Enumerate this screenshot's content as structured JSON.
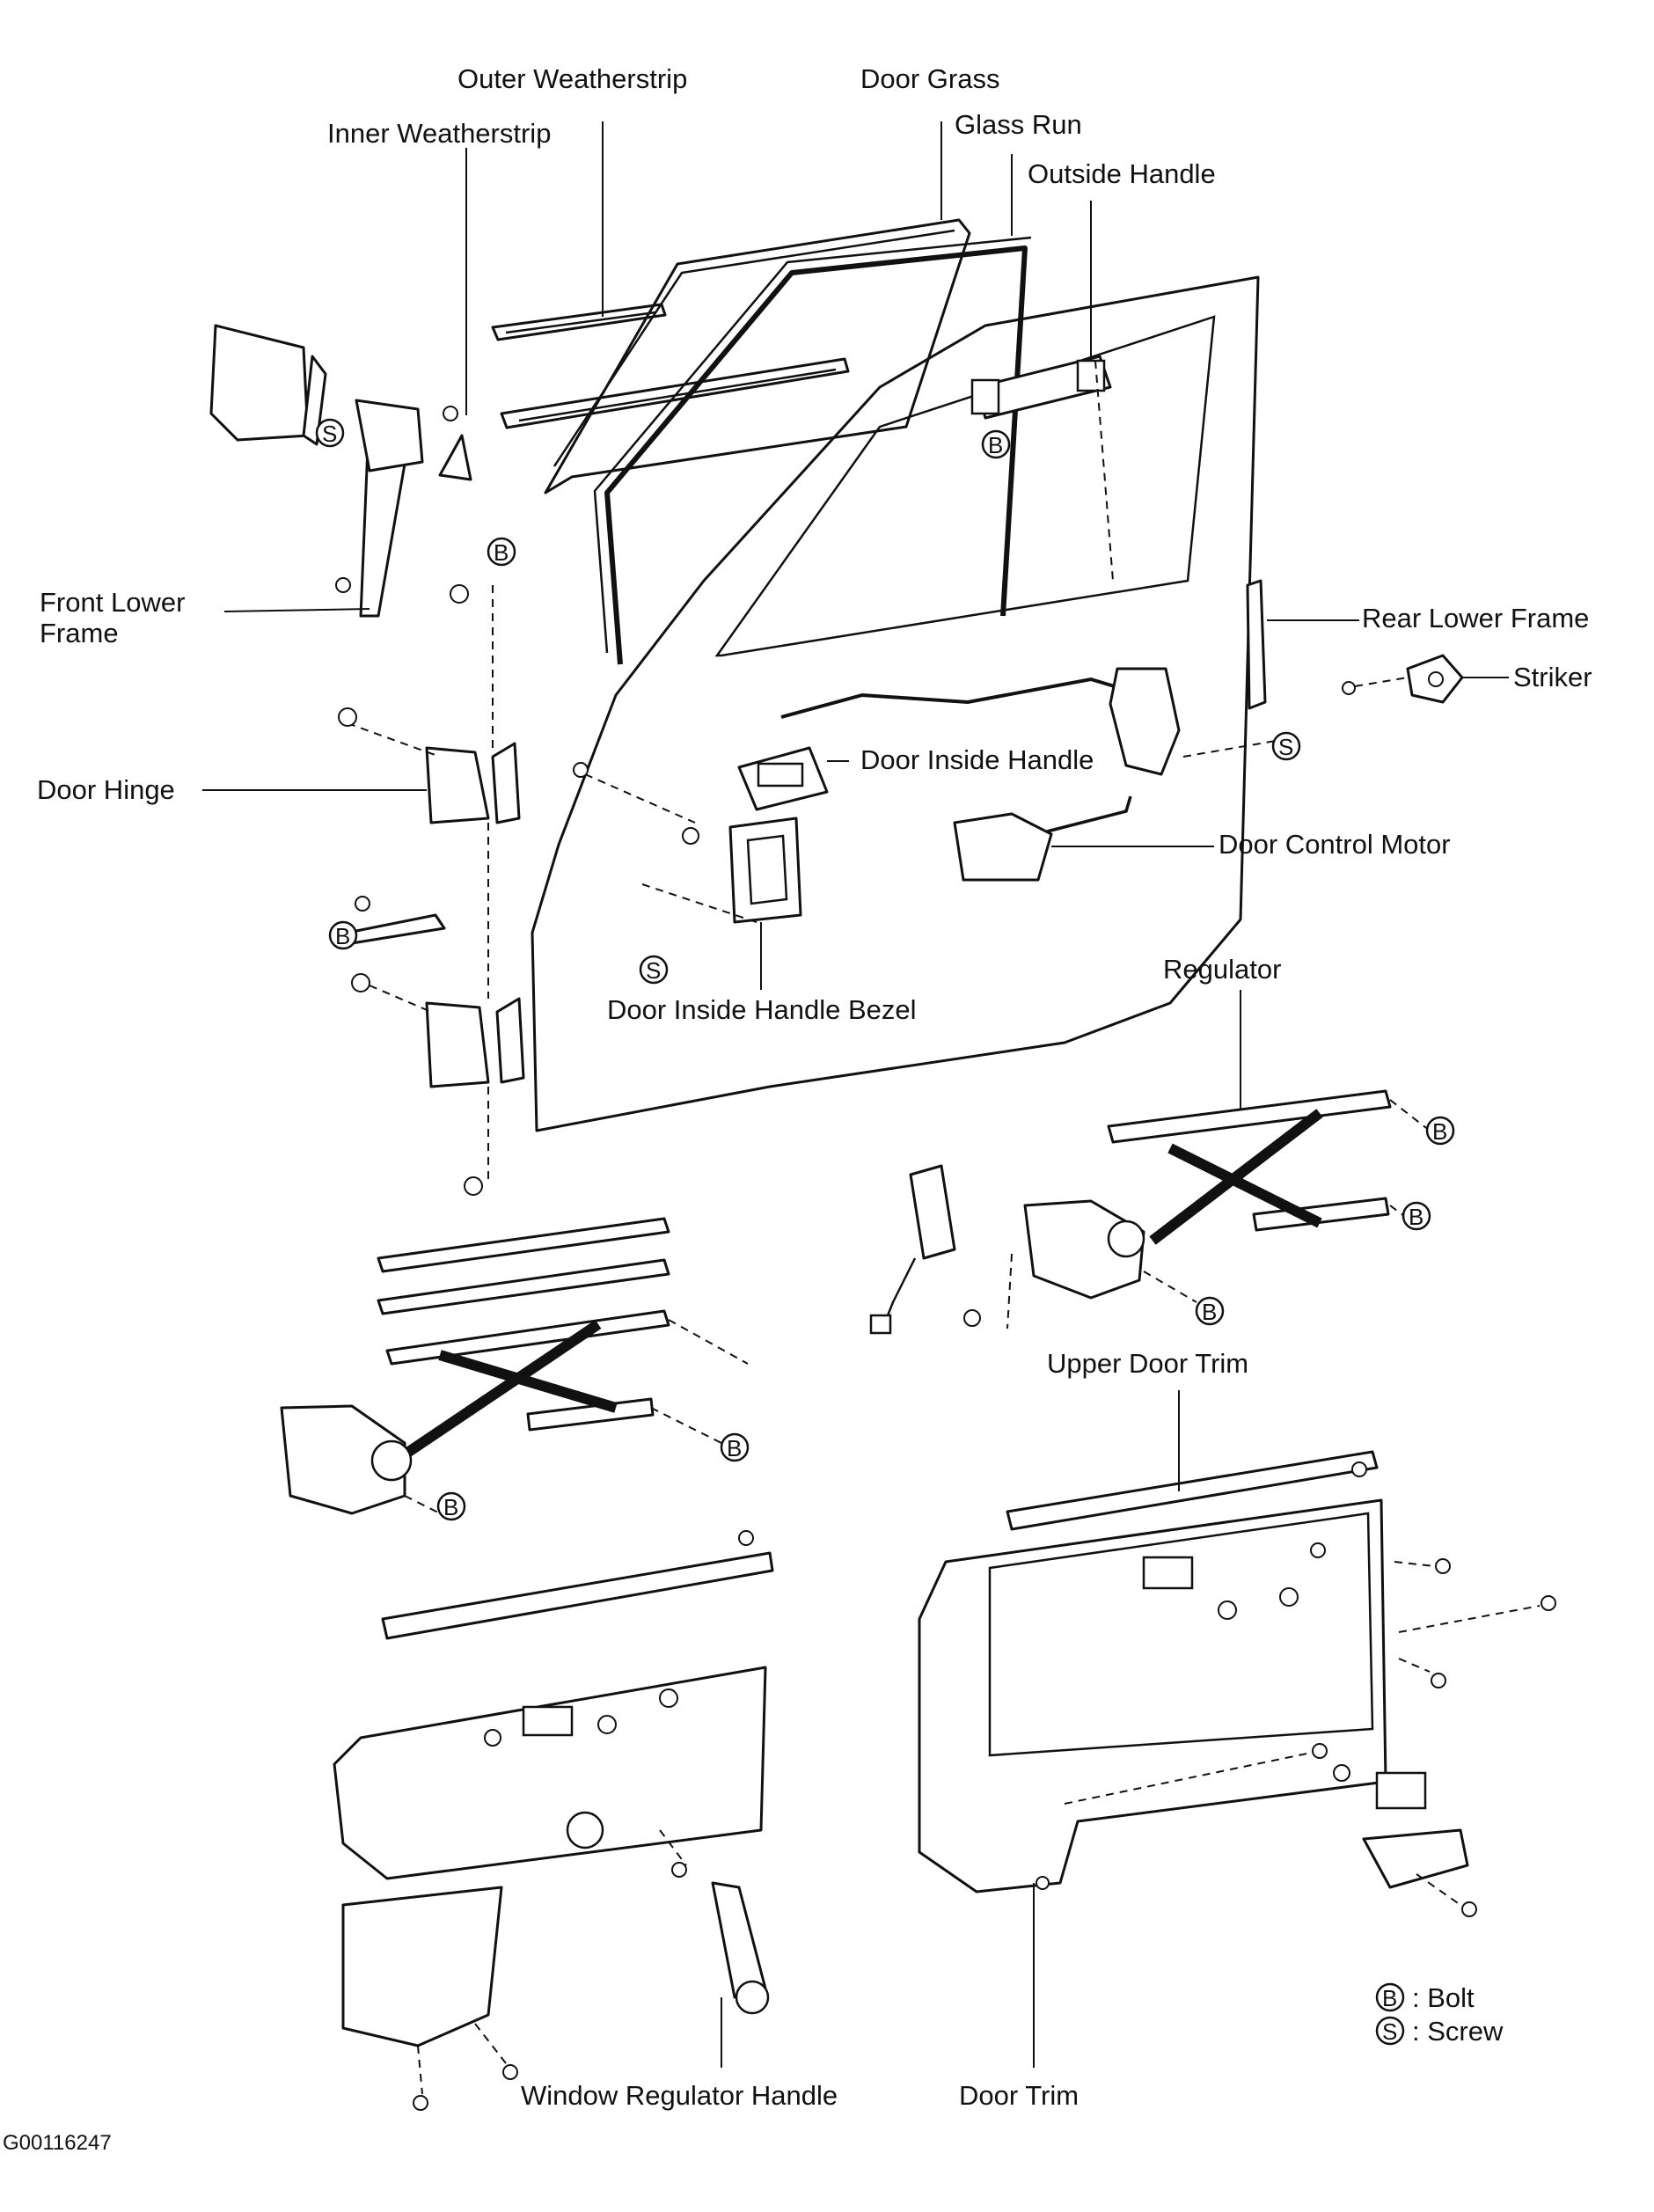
{
  "labels": {
    "outer_weatherstrip": "Outer Weatherstrip",
    "door_glass": "Door Grass",
    "inner_weatherstrip": "Inner Weatherstrip",
    "glass_run": "Glass Run",
    "outside_handle": "Outside Handle",
    "front_lower_frame_1": "Front Lower",
    "front_lower_frame_2": "Frame",
    "rear_lower_frame": "Rear Lower Frame",
    "striker": "Striker",
    "door_hinge": "Door Hinge",
    "door_inside_handle": "Door Inside Handle",
    "door_control_motor": "Door Control Motor",
    "door_inside_handle_bezel": "Door Inside Handle Bezel",
    "regulator": "Regulator",
    "upper_door_trim": "Upper Door Trim",
    "window_regulator_handle": "Window Regulator Handle",
    "door_trim": "Door Trim"
  },
  "markers": {
    "bolt": "B",
    "screw": "S"
  },
  "legend": {
    "bolt_symbol": "B",
    "bolt_text": ": Bolt",
    "screw_symbol": "S",
    "screw_text": ": Screw"
  },
  "figure_code": "G00116247"
}
